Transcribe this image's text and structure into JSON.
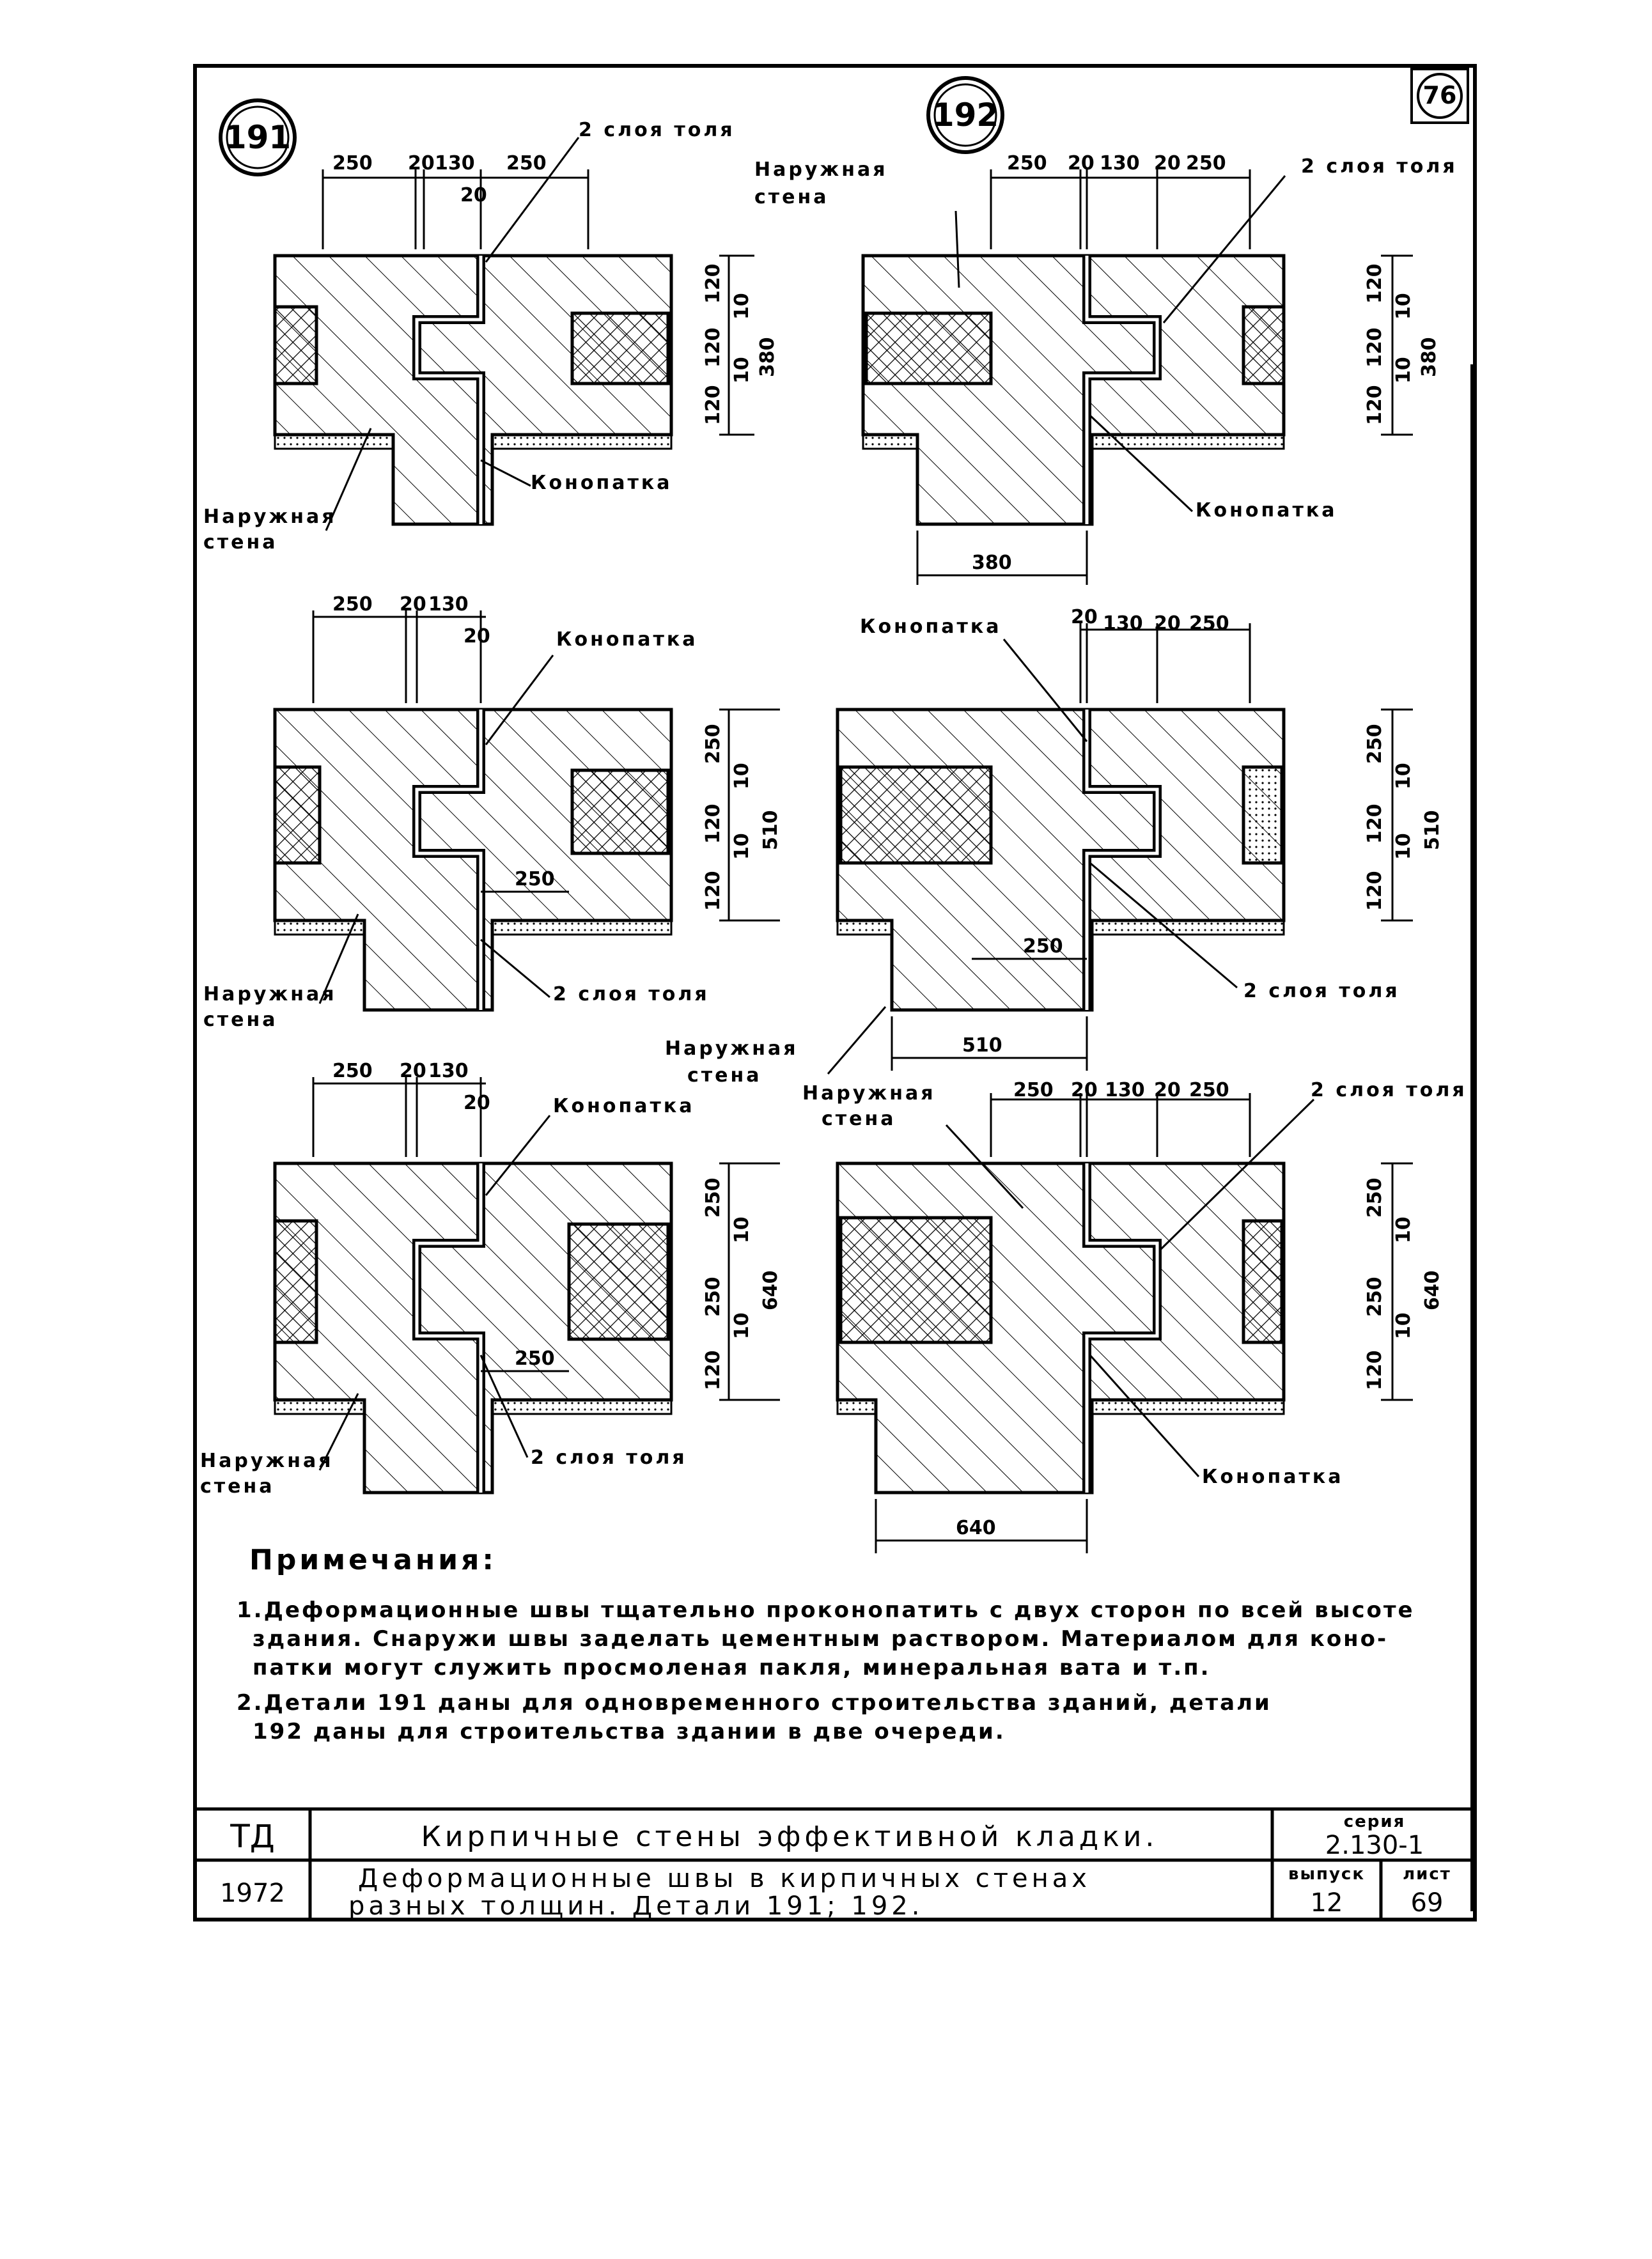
{
  "sheet": {
    "number": "76"
  },
  "details": [
    {
      "id": "191",
      "label": "191"
    },
    {
      "id": "192",
      "label": "192"
    }
  ],
  "labels": {
    "roofing": "2 слоя толя",
    "outer_wall_1": "Наружная",
    "outer_wall_2": "стена",
    "caulking": "Конопатка"
  },
  "dimensions": {
    "row1_left_top": [
      "250",
      "20",
      "130",
      "250"
    ],
    "row1_left_small": "20",
    "row1_right_top": [
      "250",
      "20",
      "130",
      "20",
      "250"
    ],
    "row1_side": [
      "120",
      "10",
      "120",
      "10",
      "120"
    ],
    "row1_total": "380",
    "row1_bottom": "380",
    "row2_left_top": [
      "250",
      "20",
      "130"
    ],
    "row2_left_small": "20",
    "row2_right_top": [
      "20",
      "130",
      "20",
      "250"
    ],
    "row2_side": [
      "250",
      "10",
      "120",
      "10",
      "120"
    ],
    "row2_total": "510",
    "row2_inner": "250",
    "row2_bottom": "510",
    "row3_left_top": [
      "250",
      "20",
      "130"
    ],
    "row3_left_small": "20",
    "row3_right_top": [
      "250",
      "20",
      "130",
      "20",
      "250"
    ],
    "row3_side": [
      "250",
      "10",
      "250",
      "10",
      "120"
    ],
    "row3_total": "640",
    "row3_inner": "250",
    "row3_bottom": "640"
  },
  "notes": {
    "title": "Примечания:",
    "n1_l1": "1.Деформационные швы тщательно проконопатить с двух сторон по всей высоте",
    "n1_l2": "здания. Снаружи швы заделать цементным раствором. Материалом для коно-",
    "n1_l3": "патки могут служить просмоленая пакля, минеральная вата и т.п.",
    "n2_l1": "2.Детали 191 даны для одновременного строительства зданий, детали",
    "n2_l2": "192 даны для строительства здании в две очереди."
  },
  "title_block": {
    "code": "ТД",
    "year": "1972",
    "title": "Кирпичные стены эффективной кладки.",
    "subtitle_l1": "Деформационные швы в кирпичных стенах",
    "subtitle_l2": "разных толщин. Детали 191; 192.",
    "series_label": "серия",
    "series_value": "2.130-1",
    "issue_label": "выпуск",
    "issue_value": "12",
    "sheet_label": "лист",
    "sheet_value": "69"
  }
}
